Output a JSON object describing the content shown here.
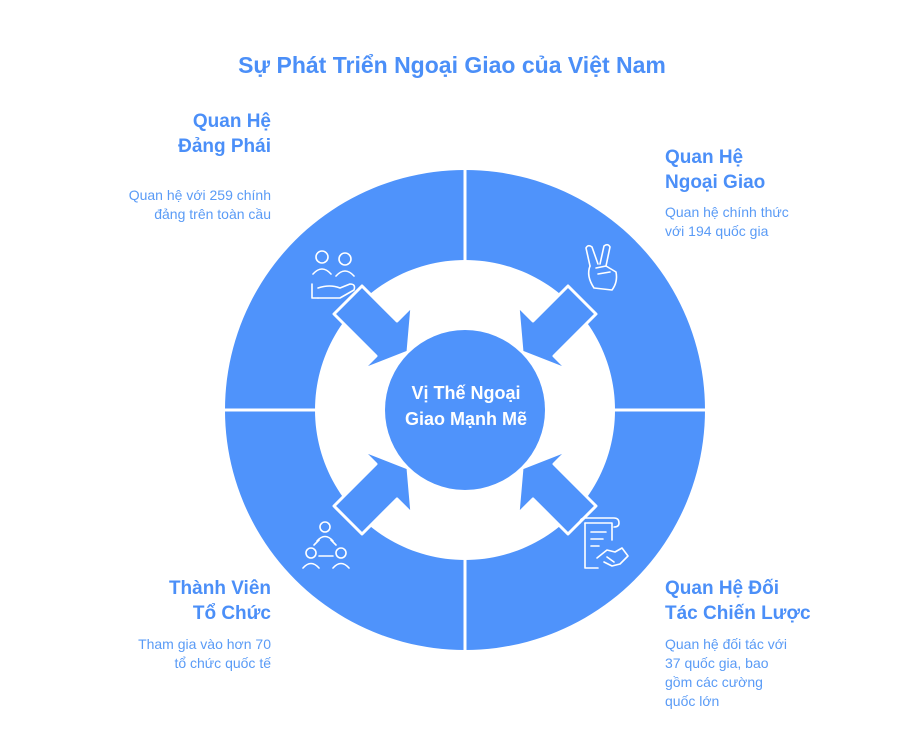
{
  "title": "Sự Phát Triển Ngoại Giao của Việt Nam",
  "center": {
    "line1": "Vị Thế Ngoại",
    "line2": "Giao Mạnh Mẽ"
  },
  "sections": {
    "party": {
      "title_line1": "Quan Hệ",
      "title_line2": "Đảng Phái",
      "desc_line1": "Quan hệ với 259 chính",
      "desc_line2": "đảng trên toàn cầu",
      "icon": "people-in-hand-icon"
    },
    "diplomatic": {
      "title_line1": "Quan Hệ",
      "title_line2": "Ngoại Giao",
      "desc_line1": "Quan hệ chính thức",
      "desc_line2": "với 194 quốc gia",
      "icon": "peace-hand-icon"
    },
    "organization": {
      "title_line1": "Thành Viên",
      "title_line2": "Tổ Chức",
      "desc_line1": "Tham gia vào hơn 70",
      "desc_line2": "tổ chức quốc tế",
      "icon": "network-people-icon"
    },
    "strategic": {
      "title_line1": "Quan Hệ Đối",
      "title_line2": "Tác Chiến Lược",
      "desc_line1": "Quan hệ đối tác với",
      "desc_line2": "37 quốc gia, bao",
      "desc_line3": "gồm các cường",
      "desc_line4": "quốc lớn",
      "icon": "handshake-document-icon"
    }
  },
  "colors": {
    "primary": "#4f93fb",
    "title": "#4b8ff8",
    "text": "#5a9bf6",
    "icon_stroke": "#ffffff"
  }
}
